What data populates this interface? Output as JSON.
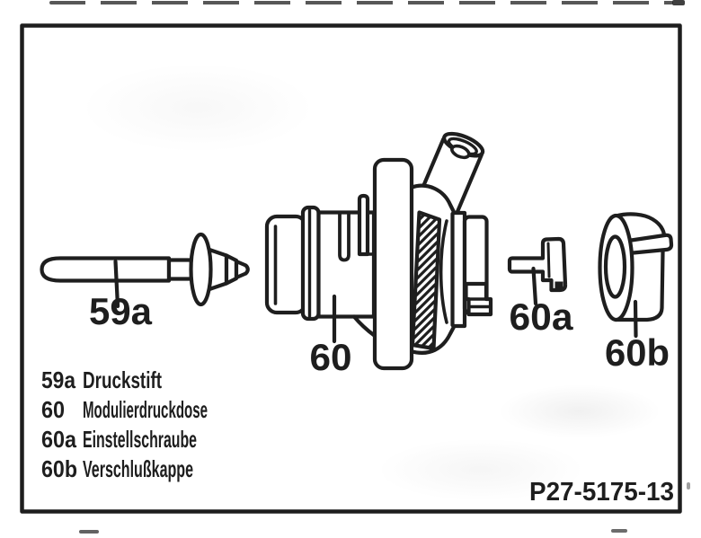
{
  "figure": {
    "drawing_code": "P27-5175-13",
    "callouts": {
      "pin": "59a",
      "modulator": "60",
      "screw": "60a",
      "cap": "60b"
    },
    "legend": [
      {
        "ref": "59a",
        "name": "Druckstift"
      },
      {
        "ref": "60",
        "name": "Modulierdruckdose"
      },
      {
        "ref": "60a",
        "name": "Einstellschraube"
      },
      {
        "ref": "60b",
        "name": "Verschlußkappe"
      }
    ],
    "colors": {
      "ink": "#1e1e1e",
      "paper": "#ffffff"
    }
  }
}
